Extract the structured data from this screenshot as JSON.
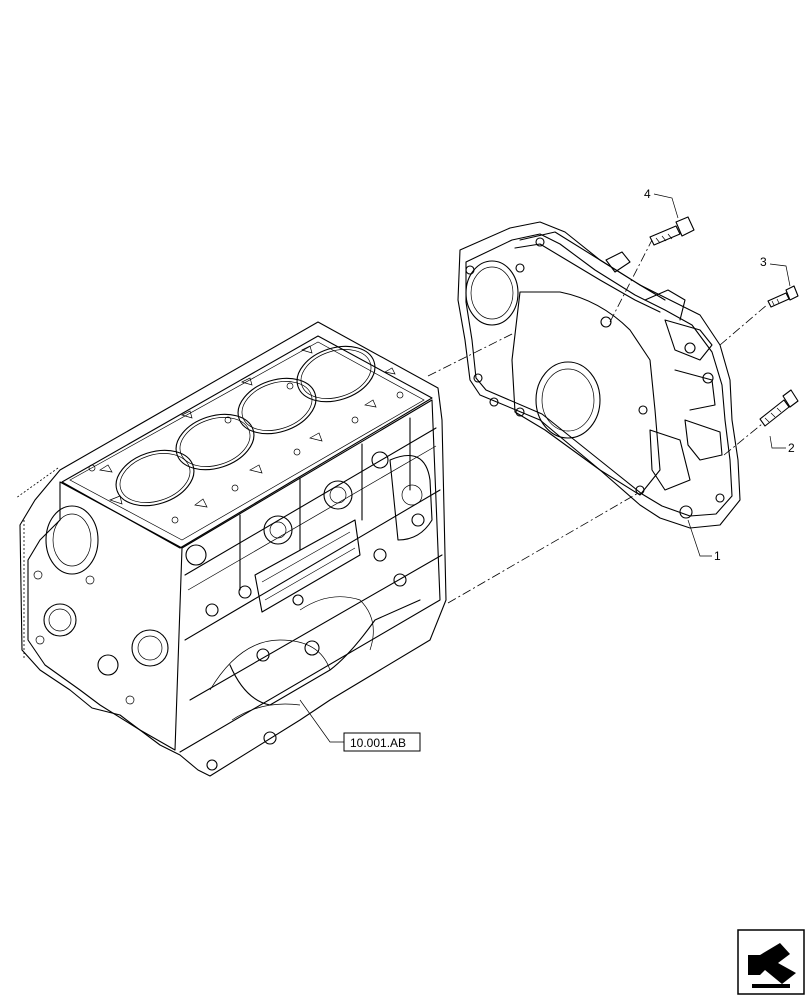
{
  "callouts": {
    "c1": "1",
    "c2": "2",
    "c3": "3",
    "c4": "4"
  },
  "reference": {
    "label": "10.001.AB"
  },
  "icons": {
    "nav": "next-page-arrow-icon"
  }
}
